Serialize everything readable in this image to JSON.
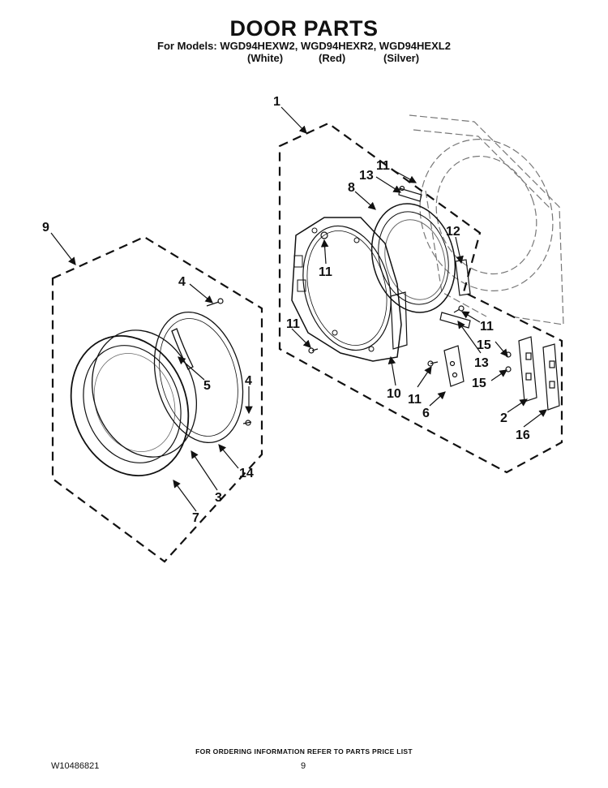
{
  "header": {
    "title": "DOOR PARTS",
    "models_line": "For Models: WGD94HEXW2, WGD94HEXR2, WGD94HEXL2",
    "variants": [
      "(White)",
      "(Red)",
      "(Silver)"
    ]
  },
  "callouts": {
    "c1": "1",
    "c2": "2",
    "c3": "3",
    "c4a": "4",
    "c4b": "4",
    "c5": "5",
    "c6": "6",
    "c7": "7",
    "c8": "8",
    "c9": "9",
    "c10": "10",
    "c11a": "11",
    "c11b": "11",
    "c11c": "11",
    "c11d": "11",
    "c11e": "11",
    "c12": "12",
    "c13a": "13",
    "c13b": "13",
    "c14": "14",
    "c15a": "15",
    "c15b": "15",
    "c16": "16"
  },
  "footer": {
    "note": "FOR ORDERING INFORMATION REFER TO PARTS PRICE LIST",
    "doc_number": "W10486821",
    "page_number": "9"
  }
}
